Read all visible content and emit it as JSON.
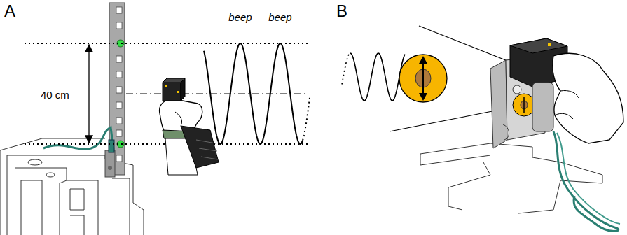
{
  "diagram": {
    "labels": [
      "A",
      "40 cm",
      "beep",
      "beep",
      "B"
    ]
  }
}
